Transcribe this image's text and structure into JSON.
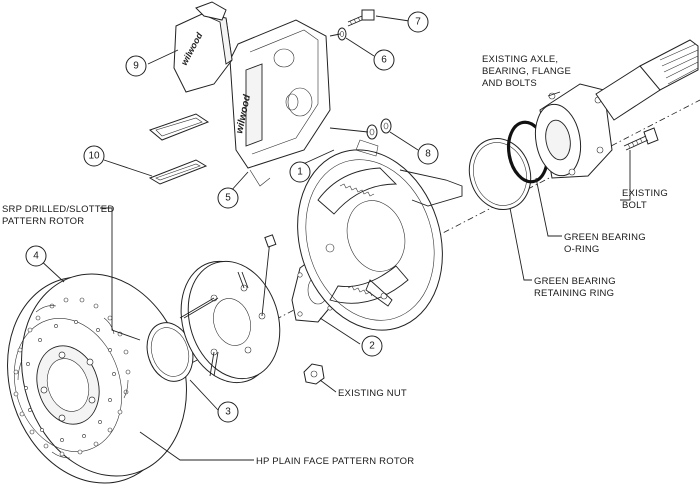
{
  "callouts": [
    {
      "id": "1",
      "text": "1"
    },
    {
      "id": "2",
      "text": "2"
    },
    {
      "id": "3",
      "text": "3"
    },
    {
      "id": "4",
      "text": "4"
    },
    {
      "id": "5",
      "text": "5"
    },
    {
      "id": "6",
      "text": "6"
    },
    {
      "id": "7",
      "text": "7"
    },
    {
      "id": "8",
      "text": "8"
    },
    {
      "id": "9",
      "text": "9"
    },
    {
      "id": "10",
      "text": "10"
    }
  ],
  "labels": {
    "existing_axle": [
      "EXISTING AXLE,",
      "BEARING, FLANGE",
      "AND BOLTS"
    ],
    "existing_bolt": [
      "EXISTING",
      "BOLT"
    ],
    "green_oring": [
      "GREEN BEARING",
      "O-RING"
    ],
    "green_retaining": [
      "GREEN BEARING",
      "RETAINING RING"
    ],
    "srp_rotor": [
      "SRP DRILLED/SLOTTED",
      "PATTERN ROTOR"
    ],
    "existing_nut": [
      "EXISTING NUT"
    ],
    "hp_rotor": [
      "HP PLAIN FACE PATTERN ROTOR"
    ]
  },
  "caliper_brand": "wilwood",
  "colors": {
    "oring": "#111111",
    "line": "#222222"
  }
}
